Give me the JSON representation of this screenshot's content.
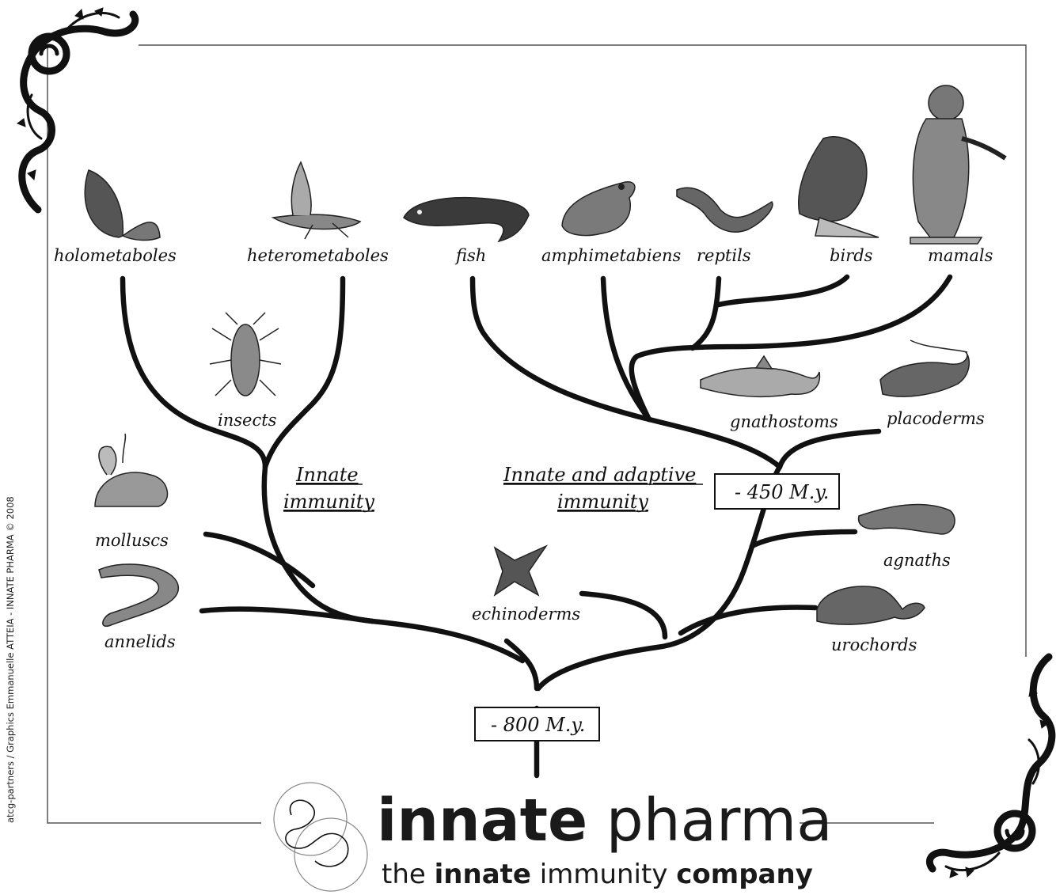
{
  "credit": "atcg-partners / Graphics Emmanuelle ATTEIA - INNATE PHARMA © 2008",
  "labels": {
    "holometaboles": "holometaboles",
    "heterometaboles": "heterometaboles",
    "fish": "fish",
    "amphimetabiens": "amphimetabiens",
    "reptils": "reptils",
    "birds": "birds",
    "mamals": "mamals",
    "insects": "insects",
    "gnathostoms": "gnathostoms",
    "placoderms": "placoderms",
    "molluscs": "molluscs",
    "annelids": "annelids",
    "echinoderms": "echinoderms",
    "agnaths": "agnaths",
    "urochords": "urochords"
  },
  "groups": {
    "innate_line1": "Innate",
    "innate_line2": "immunity",
    "adaptive_line1": "Innate and adaptive",
    "adaptive_line2": "immunity"
  },
  "timepoints": {
    "root": "- 800 M.y.",
    "vertebrates": "- 450 M.y."
  },
  "logo": {
    "word1": "innate",
    "word2": "pharma",
    "tag_the": "the",
    "tag_innate": "innate",
    "tag_immunity": "immunity",
    "tag_company": "company"
  },
  "colors": {
    "ink": "#111111",
    "frame": "#444444"
  }
}
